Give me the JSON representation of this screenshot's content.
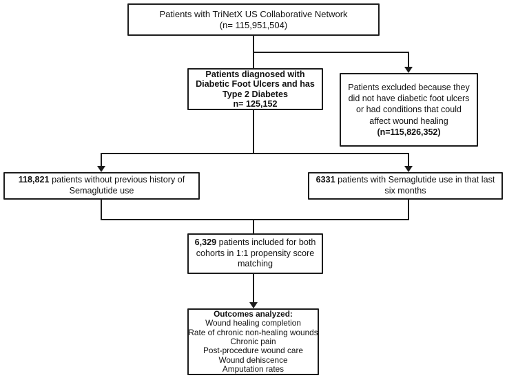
{
  "diagram": {
    "kind": "patient-selection-flowchart",
    "colors": {
      "line": "#1c1c1c",
      "box_border": "#1c1c1c",
      "text": "#111111",
      "background": "#ffffff"
    },
    "boxes": {
      "network": {
        "lines": [
          "Patients with TriNetX US Collaborative Network",
          "(n= 115,951,504)"
        ]
      },
      "dfu": {
        "lines": [
          "Patients diagnosed with",
          "Diabetic Foot Ulcers and has",
          "Type 2 Diabetes",
          "n= 125,152"
        ]
      },
      "excluded": {
        "lines": [
          "Patients excluded because they",
          "did not have diabetic foot ulcers",
          "or had conditions that could",
          "affect wound healing"
        ],
        "n_value": "(n=115,826,352)"
      },
      "no_semaglutide": {
        "count": "118,821",
        "line1_rest": "patients without previous history of",
        "line2": "Semaglutide use"
      },
      "semaglutide": {
        "count": "6331",
        "line1_rest": "patients with Semaglutide use in that last",
        "line2": "six months"
      },
      "matched": {
        "count": "6,329",
        "line1_rest": "patients included for both",
        "line2": "cohorts in 1:1 propensity score",
        "line3": "matching"
      },
      "outcomes": {
        "heading": "Outcomes analyzed:",
        "items": [
          "Wound healing completion",
          "Rate of chronic non-healing wounds",
          "Chronic pain",
          "Post-procedure wound care",
          "Wound dehiscence",
          "Amputation rates"
        ]
      }
    }
  }
}
